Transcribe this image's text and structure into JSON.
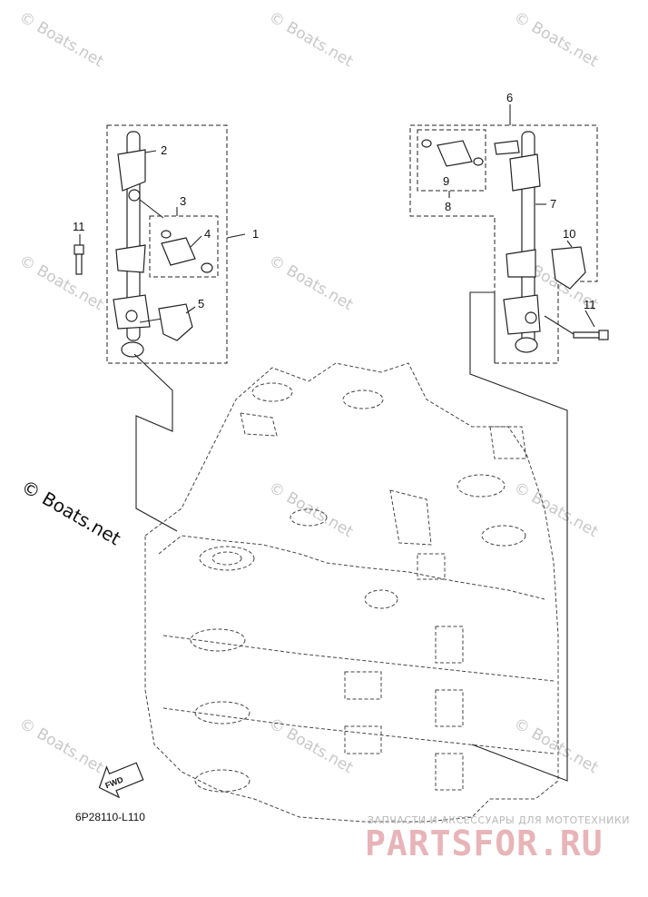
{
  "watermark": "© Boats.net",
  "callouts": {
    "p1": "1",
    "p2": "2",
    "p3": "3",
    "p4": "4",
    "p5": "5",
    "p6": "6",
    "p7": "7",
    "p8": "8",
    "p9": "9",
    "p10": "10",
    "p11_left": "11",
    "p11_right": "11"
  },
  "fwd_label": "FWD",
  "diagram_code": "6P28110-L110",
  "brand": {
    "tagline": "ЗАПЧАСТИ И АКСЕССУАРЫ ДЛЯ МОТОТЕХНИКИ",
    "name": "PARTSFOR.RU",
    "color": "#e8b4b8"
  }
}
